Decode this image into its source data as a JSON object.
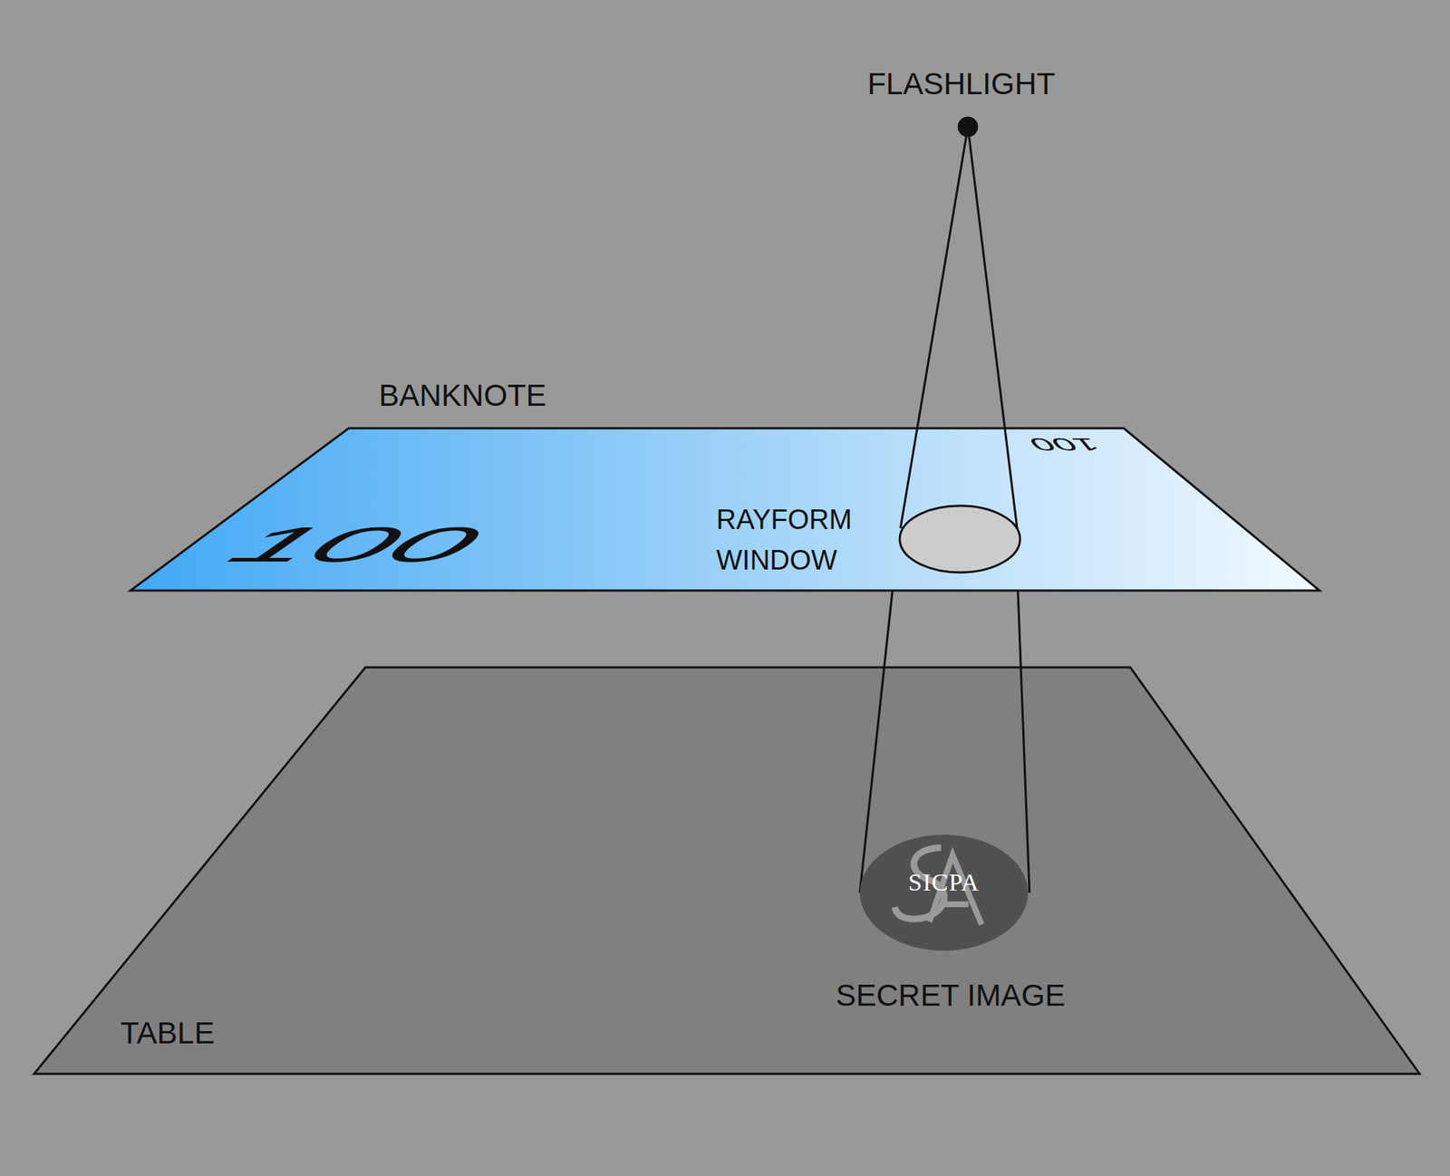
{
  "diagram": {
    "nodes": [
      {
        "text": [
          "BANKNOTE",
          "100",
          "100"
        ]
      },
      {
        "text": [
          "TABLE"
        ]
      },
      {
        "text": [
          "SICPA",
          "SECRET IMAGE"
        ],
        "in": 1
      }
    ],
    "labels": [
      "FLASHLIGHT",
      "RAYFORM WINDOW"
    ]
  }
}
